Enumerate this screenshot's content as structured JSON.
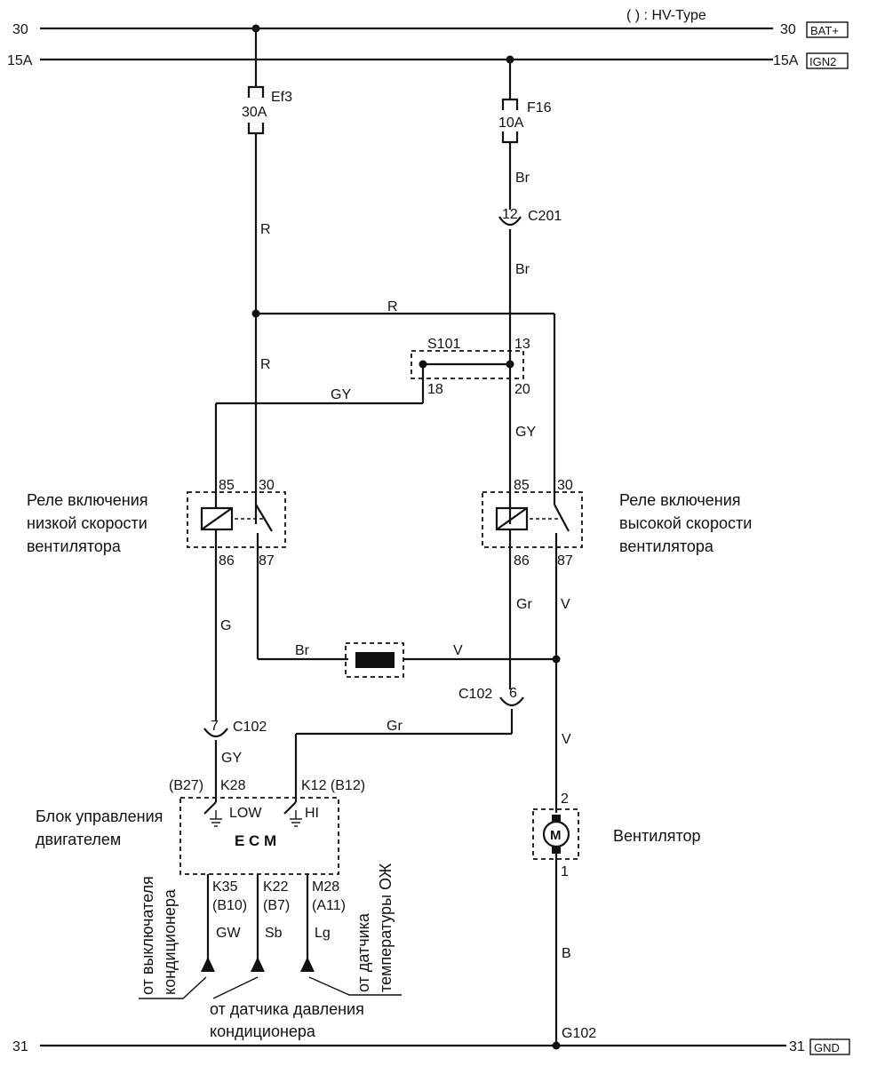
{
  "rails": {
    "bat_left": "30",
    "bat_right": "30",
    "bat_tag": "BAT+",
    "ign_left": "15A",
    "ign_right": "15A",
    "ign_tag": "IGN2",
    "gnd_left": "31",
    "gnd_right": "31",
    "gnd_tag": "GND",
    "hv_note": "(   ) : HV-Type"
  },
  "fuses": {
    "ef3_name": "Ef3",
    "ef3_rating": "30A",
    "f16_name": "F16",
    "f16_rating": "10A"
  },
  "wires": {
    "r1": "R",
    "r2": "R",
    "r3": "R",
    "br1": "Br",
    "br2": "Br",
    "br3": "Br",
    "gy1": "GY",
    "gy2": "GY",
    "gy3": "GY",
    "g": "G",
    "gr1": "Gr",
    "gr2": "Gr",
    "v1": "V",
    "v2": "V",
    "v3": "V",
    "b": "B",
    "gw": "GW",
    "sb": "Sb",
    "lg": "Lg"
  },
  "connectors": {
    "c201_pin": "12",
    "c201": "C201",
    "s101": "S101",
    "s101_p13": "13",
    "s101_p18": "18",
    "s101_p20": "20",
    "c102_left_pin": "7",
    "c102_left": "C102",
    "c102_right_pin": "6",
    "c102_right": "C102",
    "g102": "G102"
  },
  "low_relay": {
    "label_1": "Реле включения",
    "label_2": "низкой скорости",
    "label_3": "вентилятора",
    "p85": "85",
    "p30": "30",
    "p86": "86",
    "p87": "87"
  },
  "high_relay": {
    "label_1": "Реле включения",
    "label_2": "высокой скорости",
    "label_3": "вентилятора",
    "p85": "85",
    "p30": "30",
    "p86": "86",
    "p87": "87"
  },
  "ecm": {
    "label_1": "Блок управления",
    "label_2": "двигателем",
    "name": "E C M",
    "low": "LOW",
    "hi": "HI",
    "k28_pre": "(B27)",
    "k28": "K28",
    "k12": "K12 (B12)",
    "k35": "K35",
    "k35_alt": "(B10)",
    "k22": "K22",
    "k22_alt": "(B7)",
    "m28": "M28",
    "m28_alt": "(A11)"
  },
  "fan": {
    "label": "Вентилятор",
    "symbol": "M",
    "pin2": "2",
    "pin1": "1"
  },
  "sources": {
    "ac_switch_1": "от выключателя",
    "ac_switch_2": "кондиционера",
    "pressure_1": "от датчика давления",
    "pressure_2": "кондиционера",
    "coolant_1": "от датчика",
    "coolant_2": "температуры ОЖ"
  }
}
